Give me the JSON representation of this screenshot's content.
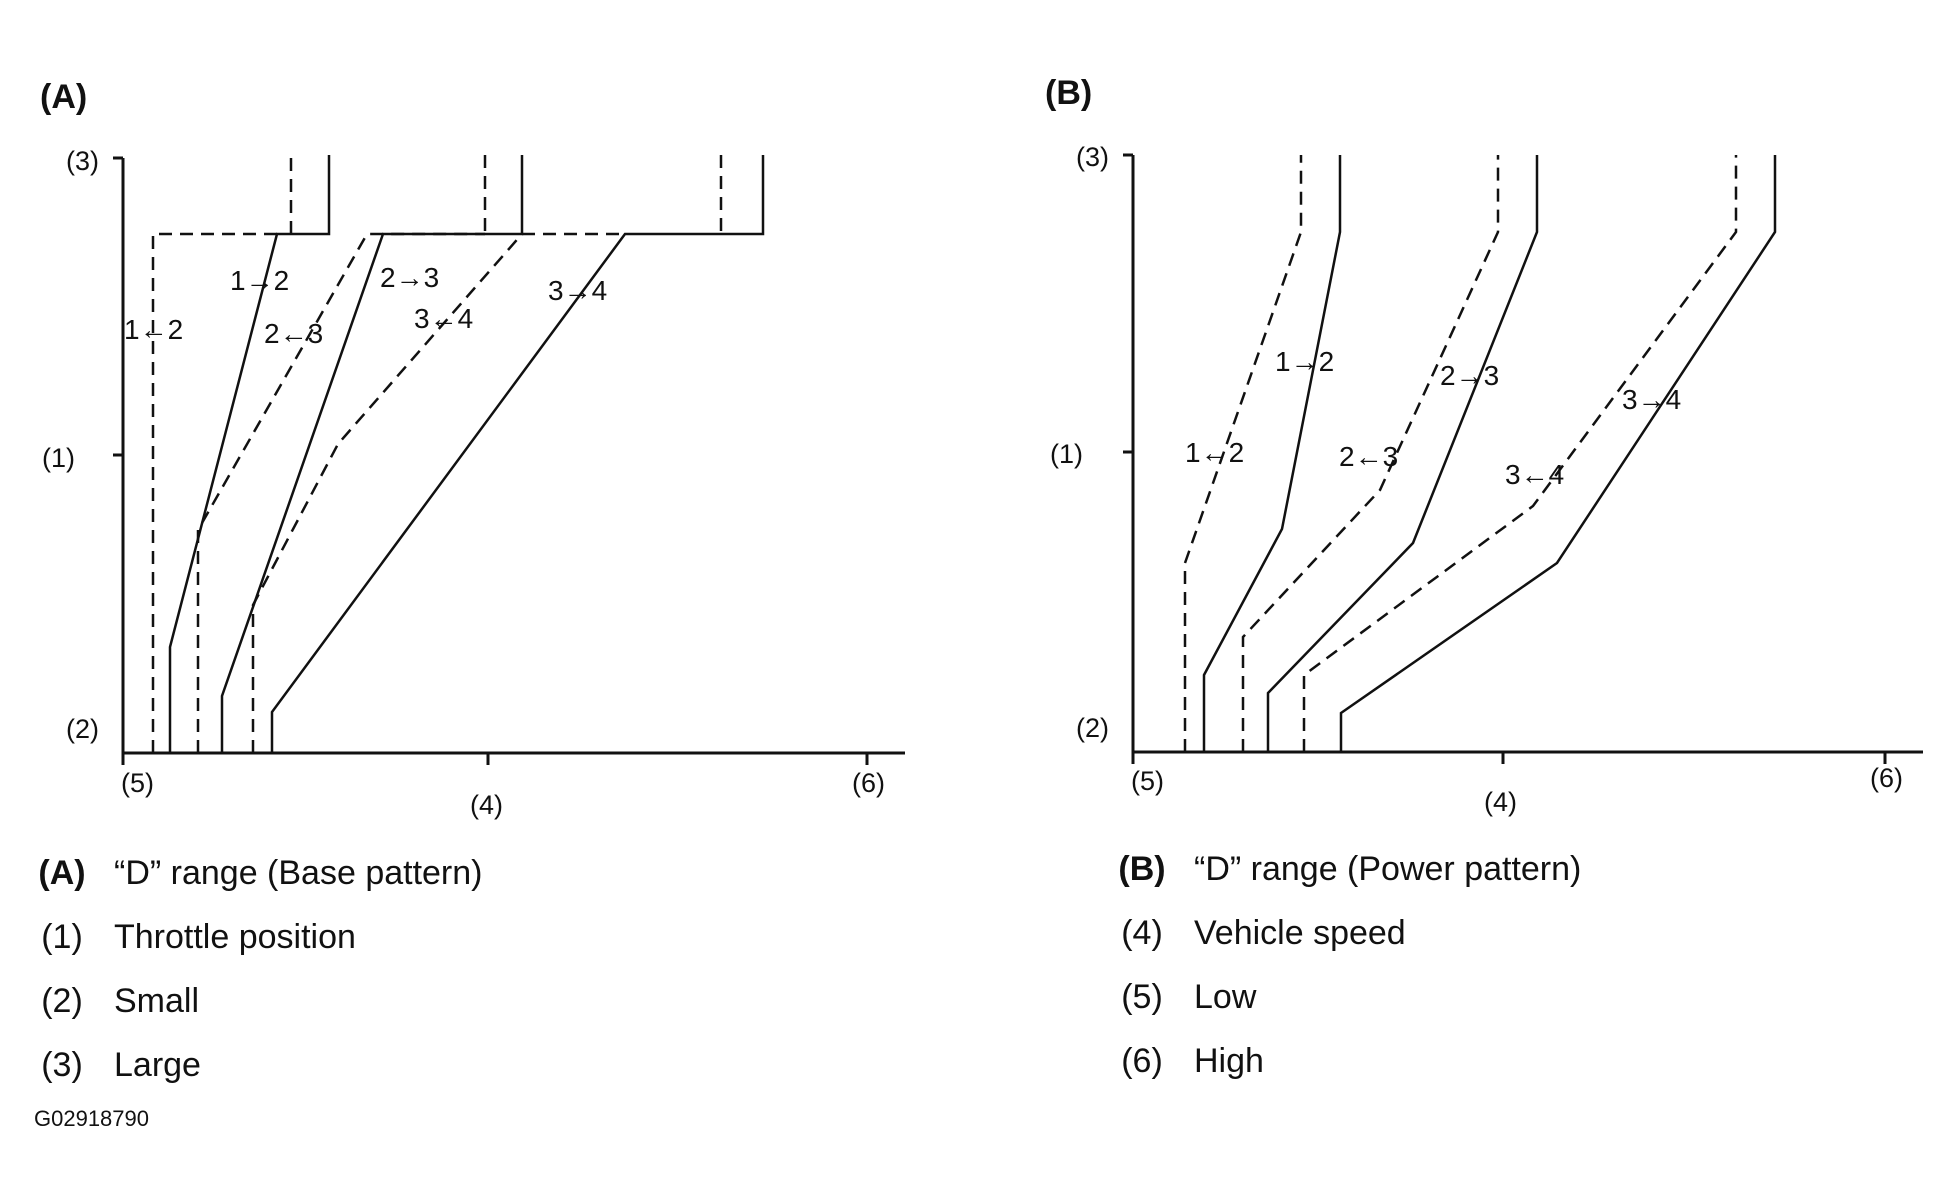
{
  "panels": {
    "A": {
      "letter": "(A)",
      "axis_tags": {
        "large": "(3)",
        "throttle": "(1)",
        "small": "(2)",
        "low": "(5)",
        "speed": "(4)",
        "high": "(6)"
      },
      "shift_labels": {
        "up_1_2": "1→2",
        "down_1_2": "1←2",
        "down_2_3": "2←3",
        "up_2_3": "2→3",
        "down_3_4": "3←4",
        "up_3_4": "3→4"
      }
    },
    "B": {
      "letter": "(B)",
      "axis_tags": {
        "large": "(3)",
        "throttle": "(1)",
        "small": "(2)",
        "low": "(5)",
        "speed": "(4)",
        "high": "(6)"
      },
      "shift_labels": {
        "up_1_2": "1→2",
        "down_1_2": "1←2",
        "up_2_3": "2→3",
        "down_2_3": "2←3",
        "up_3_4": "3→4",
        "down_3_4": "3←4"
      }
    }
  },
  "legend_left": [
    {
      "tag": "(A)",
      "text": "“D” range (Base pattern)"
    },
    {
      "tag": "(1)",
      "text": "Throttle position"
    },
    {
      "tag": "(2)",
      "text": "Small"
    },
    {
      "tag": "(3)",
      "text": "Large"
    }
  ],
  "legend_right": [
    {
      "tag": "(B)",
      "text": "“D” range (Power pattern)"
    },
    {
      "tag": "(4)",
      "text": "Vehicle speed"
    },
    {
      "tag": "(5)",
      "text": "Low"
    },
    {
      "tag": "(6)",
      "text": "High"
    }
  ],
  "diagram_code": "G02918790"
}
